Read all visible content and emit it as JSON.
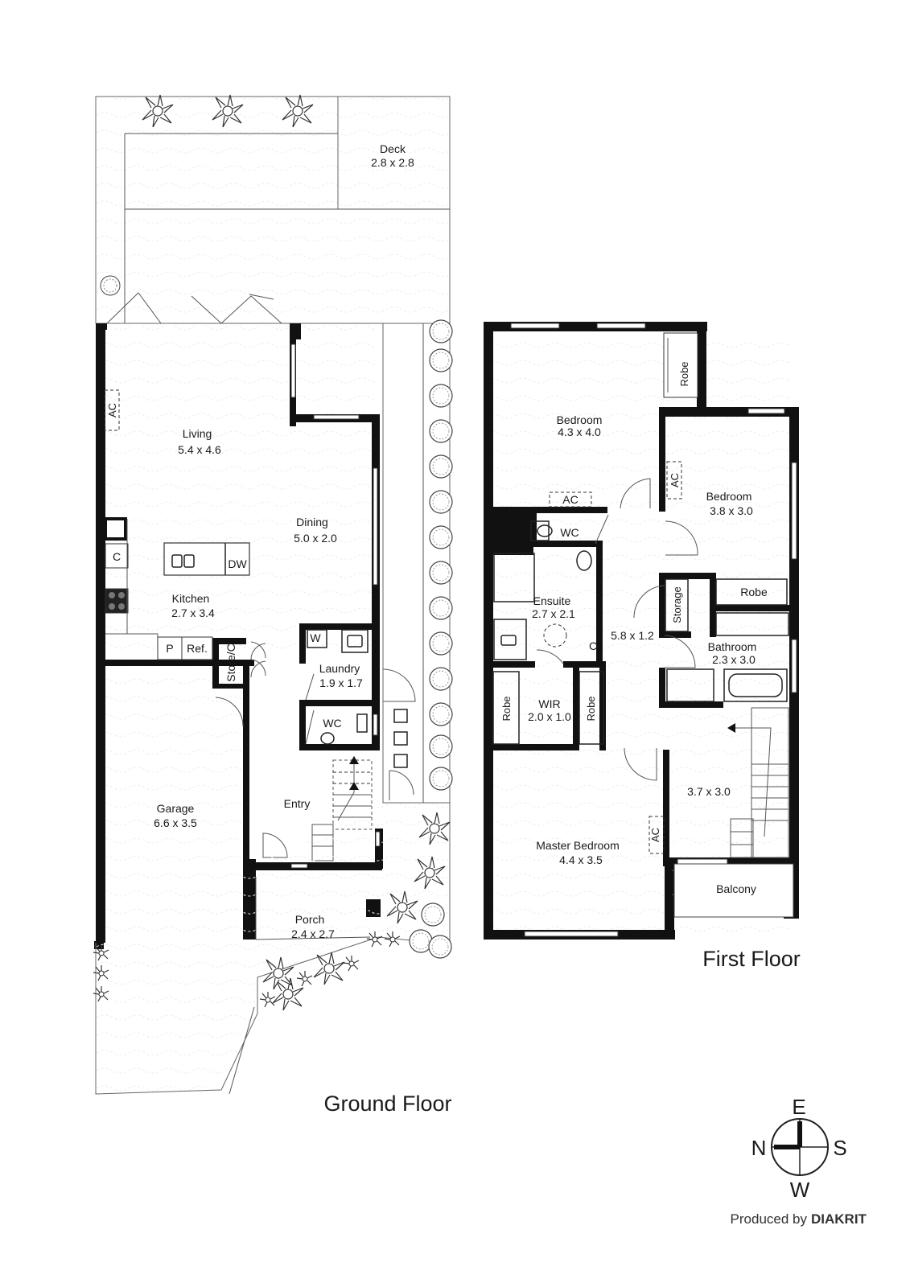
{
  "floors": {
    "ground": {
      "title": "Ground Floor"
    },
    "first": {
      "title": "First Floor"
    }
  },
  "rooms": {
    "deck": {
      "name": "Deck",
      "size": "2.8 x 2.8"
    },
    "living": {
      "name": "Living",
      "size": "5.4 x 4.6"
    },
    "dining": {
      "name": "Dining",
      "size": "5.0 x 2.0"
    },
    "kitchen": {
      "name": "Kitchen",
      "size": "2.7 x 3.4"
    },
    "laundry": {
      "name": "Laundry",
      "size": "1.9 x 1.7"
    },
    "garage": {
      "name": "Garage",
      "size": "6.6 x 3.5"
    },
    "entry": {
      "name": "Entry"
    },
    "porch": {
      "name": "Porch",
      "size": "2.4 x 2.7"
    },
    "bedroom1": {
      "name": "Bedroom",
      "size": "4.3 x 4.0"
    },
    "bedroom2": {
      "name": "Bedroom",
      "size": "3.8 x 3.0"
    },
    "ensuite": {
      "name": "Ensuite",
      "size": "2.7 x 2.1"
    },
    "hall": {
      "size": "5.8 x 1.2"
    },
    "bathroom": {
      "name": "Bathroom",
      "size": "2.3 x 3.0"
    },
    "wir": {
      "name": "WIR",
      "size": "2.0 x 1.0"
    },
    "retreat": {
      "size": "3.7 x 3.0"
    },
    "master": {
      "name": "Master Bedroom",
      "size": "4.4 x 3.5"
    },
    "balcony": {
      "name": "Balcony"
    }
  },
  "fixtures": {
    "ac": "AC",
    "cupboard": "C",
    "dishwasher": "DW",
    "pantry": "P",
    "fridge": "Ref.",
    "store": "Store/C",
    "washer": "W",
    "wc": "WC",
    "robe": "Robe",
    "storage": "Storage"
  },
  "compass": {
    "north": "N",
    "east": "E",
    "south": "S",
    "west": "W"
  },
  "credit": {
    "prefix": "Produced by",
    "brand": "DIAKRIT"
  }
}
